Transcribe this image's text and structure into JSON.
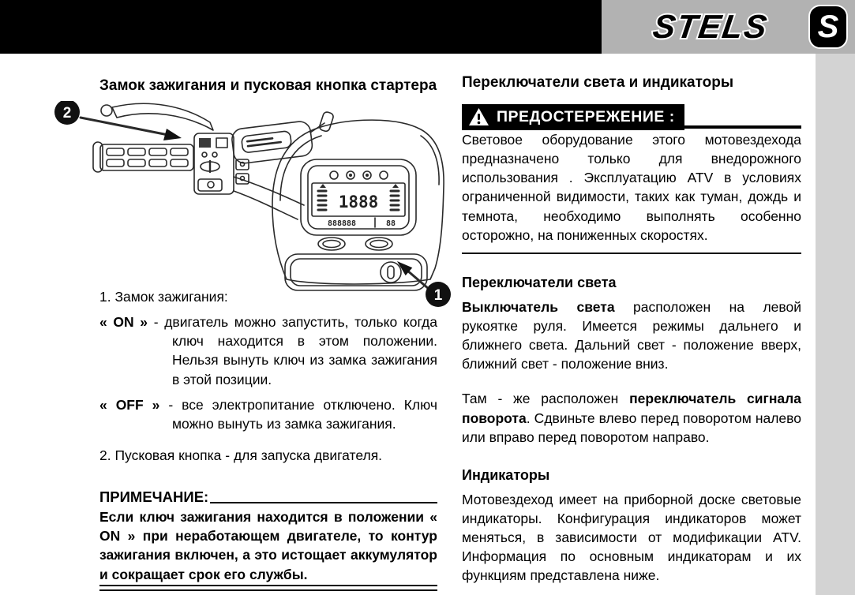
{
  "header": {
    "brand": "STELS",
    "monogram": "S"
  },
  "left_column": {
    "title": "Замок зажигания и пусковая кнопка стартера",
    "figure": {
      "callout_ignition": "1",
      "callout_start_button": "2",
      "display_digits": "1888",
      "display_small_digits": "888888",
      "display_small_digits_right": "88"
    },
    "item_1": "1.  Замок  зажигания:",
    "on": {
      "term": "« ON »",
      "sep": " - ",
      "definition": "двигатель можно запустить, только когда ключ находится в этом положении. Нельзя вынуть ключ из замка зажигания в этой позиции."
    },
    "off": {
      "term": "« OFF »",
      "sep": " - ",
      "definition": "все электропитание отключено. Ключ можно вынуть из замка зажигания."
    },
    "item_2": "2. Пусковая кнопка  - для запуска двигателя.",
    "note": {
      "label": "ПРИМЕЧАНИЕ:",
      "text": "Если ключ зажигания находится в положении « ON » при неработающем двигателе, то контур зажигания включен, а это истощает аккумулятор и сокращает срок его службы."
    }
  },
  "right_column": {
    "title": "Переключатели света и индикаторы",
    "warning": {
      "label": "ПРЕДОСТЕРЕЖЕНИЕ :",
      "text": "Световое оборудование этого мотовездехода предназначено только для внедорожного использования . Эксплуатацию ATV в условиях ограниченной видимости, таких как туман, дождь и темнота, необходимо выполнять особенно осторожно, на пониженных скоростях."
    },
    "light_switches": {
      "heading": "Переключатели света",
      "para_bold": "Выключатель света",
      "para_rest": " расположен на левой рукоятке руля.  Имеется режимы дальнего и ближнего света. Дальний свет - положение вверх, ближний свет - положение вниз.",
      "turn_lead": "Там - же расположен ",
      "turn_bold": "переключатель сигнала поворота",
      "turn_rest": ". Сдвиньте влево перед поворотом налево или вправо перед поворотом направо."
    },
    "indicators": {
      "heading": "Индикаторы",
      "text": "Мотовездеход имеет на приборной доске световые индикаторы. Конфигурация индикаторов может меняться, в зависимости от модификации ATV. Информация по основным индикаторам и их функциям представлена ниже."
    }
  }
}
